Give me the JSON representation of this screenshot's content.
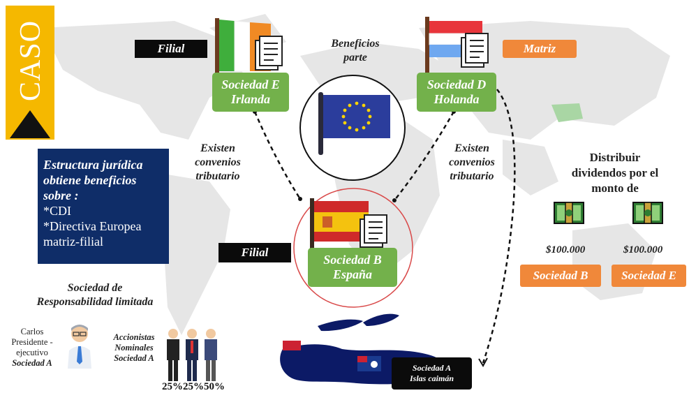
{
  "caso": {
    "label": "CASO"
  },
  "filial_top": "Filial",
  "filial_mid": "Filial",
  "matriz": "Matriz",
  "beneficios": {
    "line1": "Beneficios",
    "line2": "parte"
  },
  "sociedad_e": {
    "line1": "Sociedad E",
    "line2": "Irlanda"
  },
  "sociedad_d": {
    "line1": "Sociedad D",
    "line2": "Holanda"
  },
  "sociedad_b": {
    "line1": "Sociedad B",
    "line2": "España"
  },
  "convenios_left": {
    "line1": "Existen",
    "line2": "convenios",
    "line3": "tributario"
  },
  "convenios_right": {
    "line1": "Existen",
    "line2": "convenios",
    "line3": "tributario"
  },
  "estructura": {
    "line1": "Estructura jurídica",
    "line2": "obtiene beneficios",
    "line3": "sobre :",
    "item1": "*CDI",
    "item2": "*Directiva Europea",
    "item3": "matriz-filial"
  },
  "distribuir": {
    "line1": "Distribuir",
    "line2": "dividendos por el",
    "line3": "monto de"
  },
  "amount_b": "$100.000",
  "amount_e": "$100.000",
  "btn_b": "Sociedad B",
  "btn_e": "Sociedad E",
  "srl": {
    "line1": "Sociedad de",
    "line2": "Responsabilidad limitada"
  },
  "carlos": {
    "line1": "Carlos",
    "line2": "Presidente -",
    "line3": "ejecutivo",
    "line4": "Sociedad A"
  },
  "accionistas": {
    "line1": "Accionistas",
    "line2": "Nominales",
    "line3": "Sociedad A"
  },
  "percentages": "25%25%50%",
  "sociedad_a": {
    "line1": "Sociedad A",
    "line2": "Islas caimán"
  },
  "colors": {
    "green": "#73b14b",
    "orange": "#f0883a",
    "navy": "#0f2d68",
    "gold": "#f5b800",
    "black": "#0b0b0b"
  }
}
